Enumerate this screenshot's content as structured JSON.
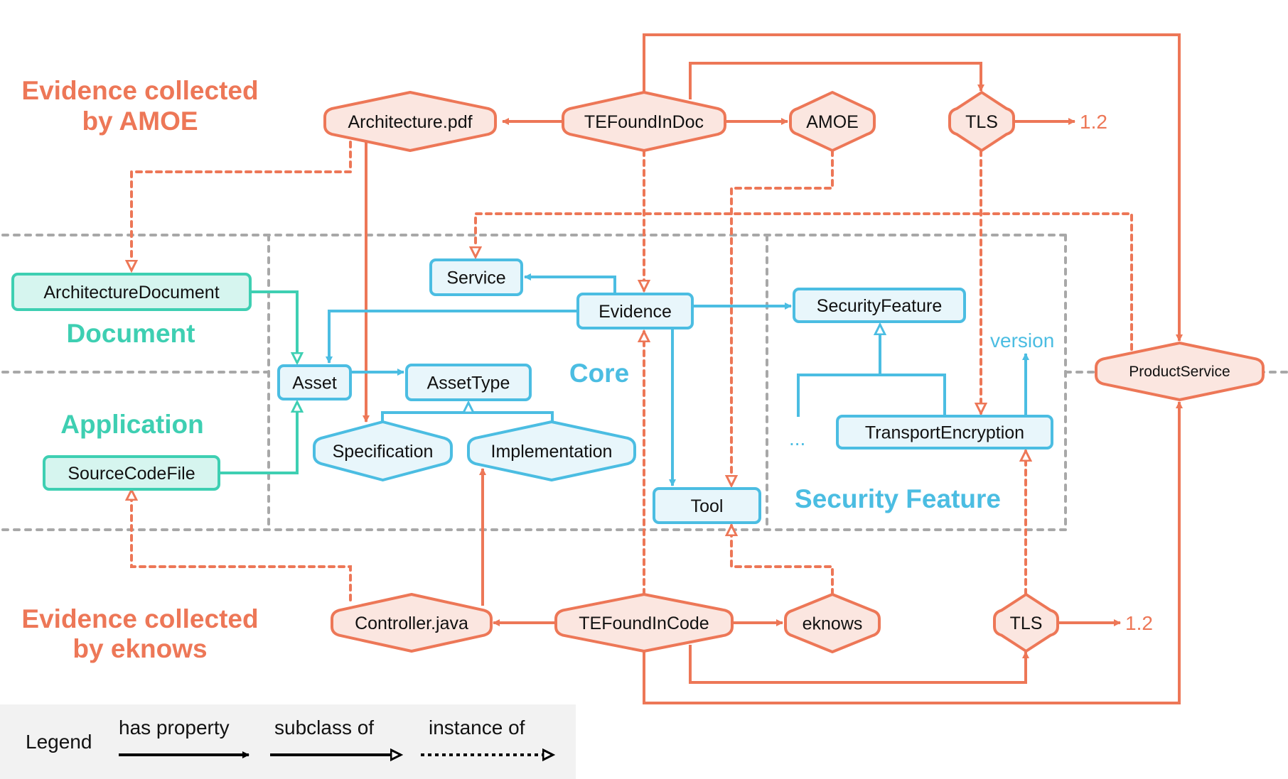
{
  "colors": {
    "orange": "#ED7757",
    "orange_fill": "#FBE6E0",
    "blue": "#4BBDE2",
    "blue_fill": "#E8F6FB",
    "teal": "#3ECFB2",
    "teal_fill": "#D6F5EF",
    "gray_divider": "#A8A8A8",
    "legend_bg": "#F2F2F2",
    "text": "#111111"
  },
  "section_titles": {
    "amoe_line1": "Evidence collected",
    "amoe_line2": "by AMOE",
    "eknows_line1": "Evidence collected",
    "eknows_line2": "by eknows",
    "document": "Document",
    "application": "Application",
    "core": "Core",
    "security_feature": "Security Feature"
  },
  "nodes": {
    "architecture_pdf": "Architecture.pdf",
    "te_found_in_doc": "TEFoundInDoc",
    "amoe": "AMOE",
    "tls_top": "TLS",
    "tls_top_value": "1.2",
    "architecture_document": "ArchitectureDocument",
    "source_code_file": "SourceCodeFile",
    "service": "Service",
    "evidence": "Evidence",
    "asset": "Asset",
    "asset_type": "AssetType",
    "specification": "Specification",
    "implementation": "Implementation",
    "tool": "Tool",
    "security_feature": "SecurityFeature",
    "transport_encryption": "TransportEncryption",
    "version_label": "version",
    "ellipsis": "...",
    "product_service": "ProductService",
    "controller_java": "Controller.java",
    "te_found_in_code": "TEFoundInCode",
    "eknows": "eknows",
    "tls_bottom": "TLS",
    "tls_bottom_value": "1.2"
  },
  "legend": {
    "title": "Legend",
    "items": [
      {
        "label": "has property",
        "style": "solid-filled-arrow"
      },
      {
        "label": "subclass of",
        "style": "solid-hollow-arrow"
      },
      {
        "label": "instance of",
        "style": "dotted-hollow-arrow"
      }
    ]
  }
}
